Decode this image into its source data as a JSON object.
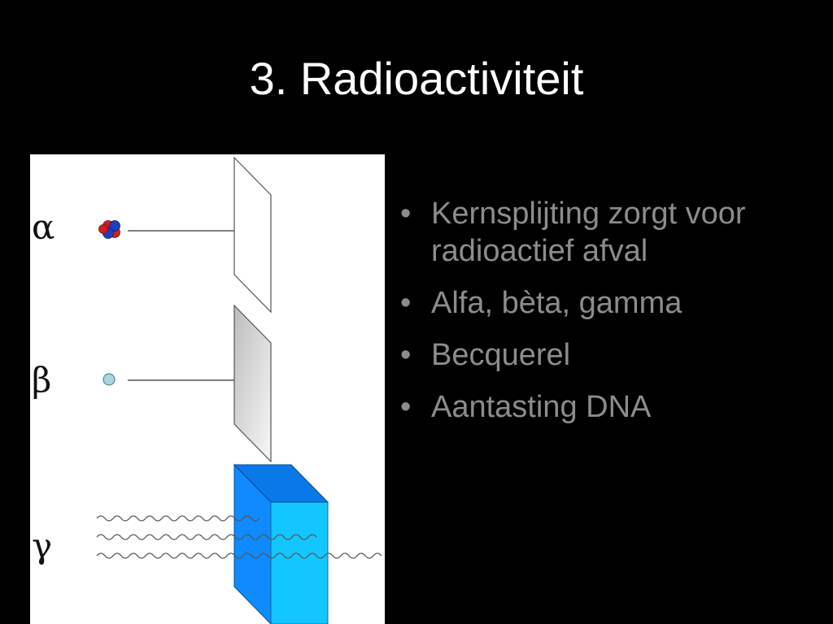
{
  "slide": {
    "title": "3. Radioactiviteit",
    "bullets": [
      "Kernsplijting zorgt voor radioactief afval",
      "Alfa, bèta, gamma",
      "Becquerel",
      "Aantasting DNA"
    ],
    "bullet_glyph": "•"
  },
  "figure": {
    "labels": {
      "alpha": "α",
      "beta": "β",
      "gamma": "γ"
    },
    "colors": {
      "proton": "#d01f1f",
      "neutron": "#1f3fc0",
      "electron": "#a8d6e0",
      "block_front": "#0f8bff",
      "block_side": "#14c6ff",
      "block_top": "#0a78e8",
      "paper_stroke": "#555555"
    }
  }
}
